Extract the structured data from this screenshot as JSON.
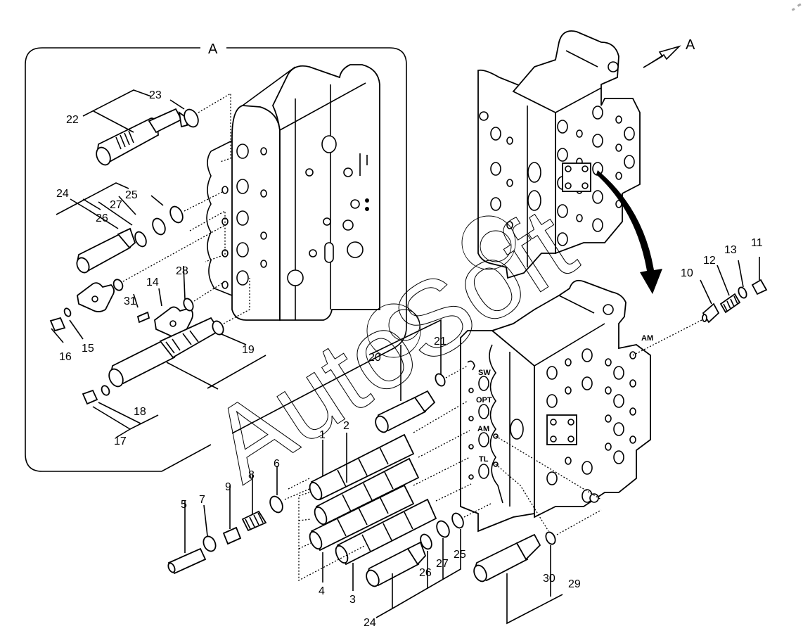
{
  "diagram": {
    "title": "Control valve exploded parts view",
    "detail_view_label": "A",
    "view_arrow_label": "A",
    "watermark": "AutoSoft",
    "port_labels": {
      "sw": "SW",
      "opt": "OPT",
      "am": "AM",
      "tl": "TL",
      "am_side": "AM"
    },
    "callouts": {
      "c1": "1",
      "c2": "2",
      "c3": "3",
      "c4": "4",
      "c5": "5",
      "c6": "6",
      "c7": "7",
      "c8": "8",
      "c9": "9",
      "c10": "10",
      "c11": "11",
      "c12": "12",
      "c13": "13",
      "c14": "14",
      "c15": "15",
      "c16": "16",
      "c17": "17",
      "c18": "18",
      "c19": "19",
      "c20": "20",
      "c21": "21",
      "c22": "22",
      "c23": "23",
      "c24a": "24",
      "c25a": "25",
      "c26a": "26",
      "c27a": "27",
      "c28": "28",
      "c31": "31",
      "c24b": "24",
      "c25b": "25",
      "c26b": "26",
      "c27b": "27",
      "c29": "29",
      "c30": "30"
    }
  }
}
